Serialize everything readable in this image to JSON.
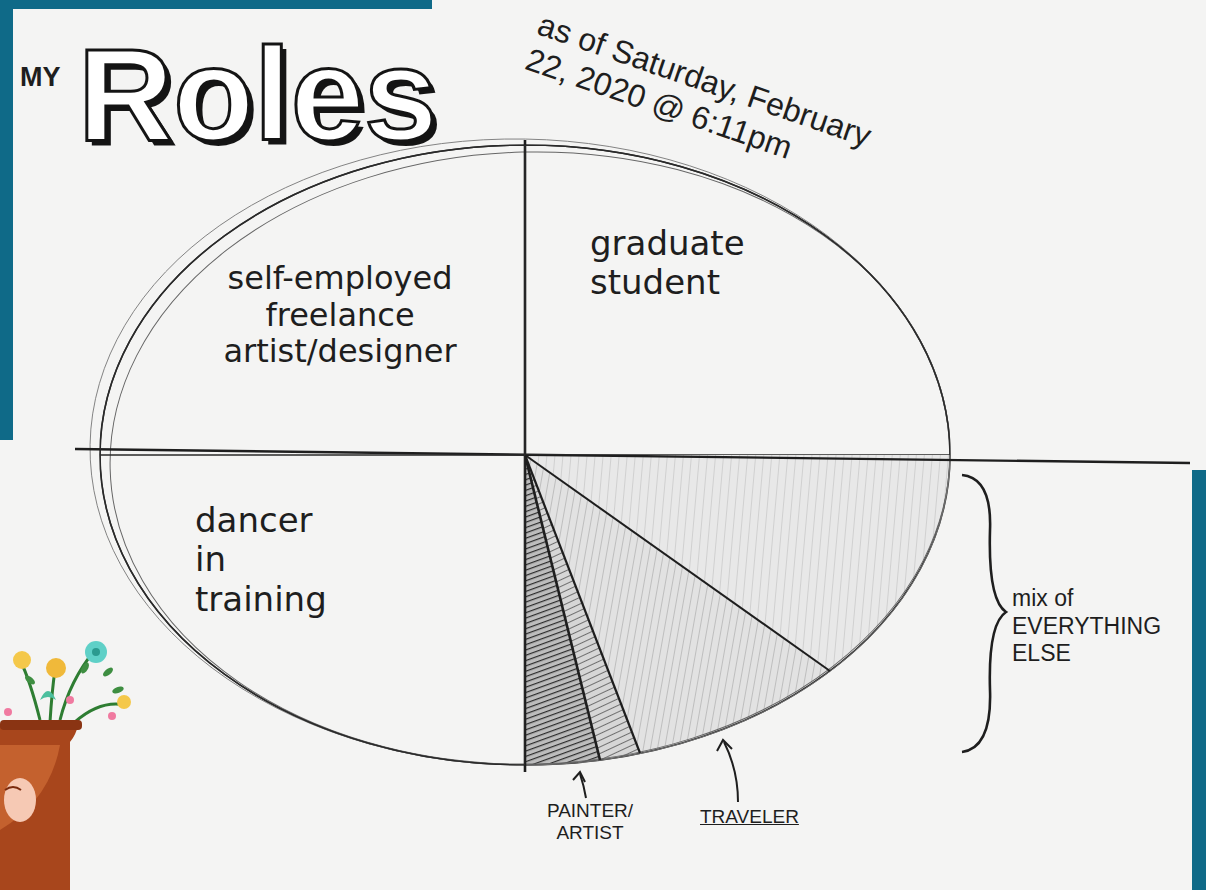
{
  "diagram": {
    "title": "Roles",
    "nodes": [
      {
        "text": [
          "self-employed freelance artist/designer"
        ]
      },
      {
        "text": [
          "graduate student"
        ]
      },
      {
        "text": [
          "dancer in training"
        ]
      }
    ],
    "labels": [
      "MY",
      "as of Saturday, February 22, 2020 @ 6:11pm",
      "PAINTER/ ARTIST",
      "TRAVELER",
      "mix of EVERYTHING ELSE"
    ]
  }
}
